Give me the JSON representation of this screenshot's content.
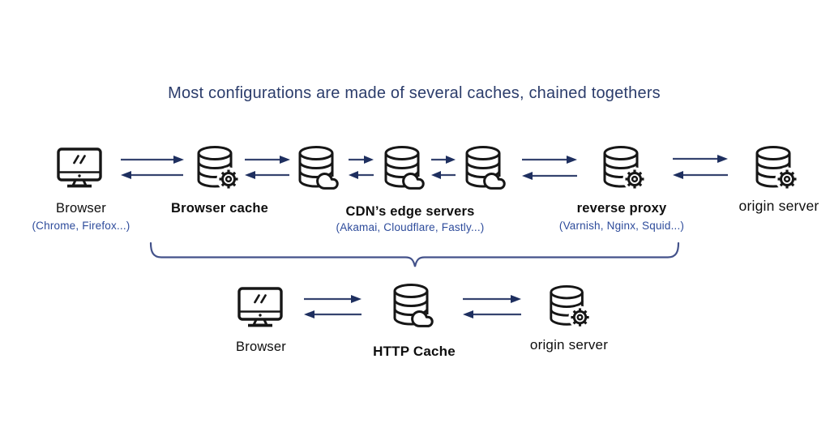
{
  "title": "Most configurations are made of several caches, chained togethers",
  "colors": {
    "title_text": "#2b3c6b",
    "sublabel_text": "#2d4b9b",
    "arrow": "#24356b",
    "brace": "#43528a",
    "icon_stroke": "#161616",
    "label_text": "#0e0e0e",
    "background": "#ffffff"
  },
  "icons": {
    "browser": "monitor-icon",
    "cache": "database-gear-icon",
    "cdn": "database-cloud-icon",
    "http_cache": "database-cloud-icon",
    "origin": "database-gear-icon"
  },
  "top_row": {
    "browser": {
      "label": "Browser",
      "sublabel": "(Chrome, Firefox...)"
    },
    "browser_cache": {
      "label": "Browser cache"
    },
    "cdn": {
      "label": "CDN’s edge servers",
      "sublabel": "(Akamai, Cloudflare, Fastly...)"
    },
    "reverse_proxy": {
      "label": "reverse proxy",
      "sublabel": "(Varnish, Nginx, Squid...)"
    },
    "origin_server": {
      "label": "origin server"
    }
  },
  "bottom_row": {
    "browser": {
      "label": "Browser"
    },
    "http_cache": {
      "label": "HTTP Cache"
    },
    "origin_server": {
      "label": "origin server"
    }
  }
}
